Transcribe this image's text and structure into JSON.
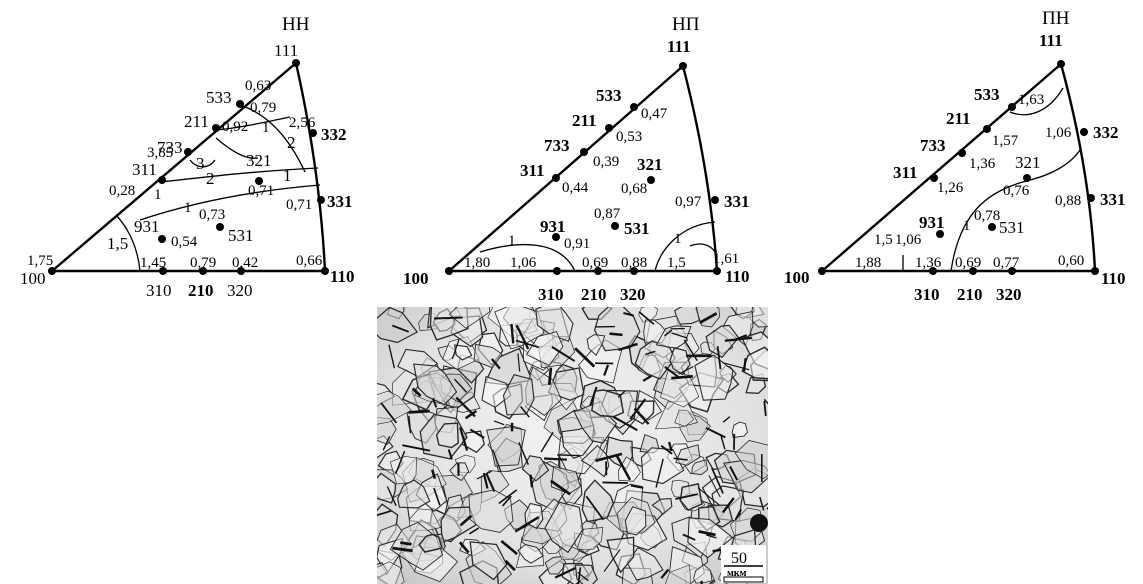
{
  "figures": [
    {
      "title": "НН",
      "poles": [
        "111",
        "533",
        "211",
        "733",
        "311",
        "931",
        "100",
        "310",
        "210",
        "320",
        "110",
        "332",
        "331",
        "321",
        "531"
      ],
      "values": [
        "0,63",
        "0,79",
        "0,92",
        "1",
        "2,56",
        "2",
        "3,85",
        "3",
        "0,28",
        "1",
        "2",
        "1,75",
        "1,5",
        "0,54",
        "1",
        "0,73",
        "0,71",
        "1",
        "321",
        "0,71",
        "1,45",
        "0,79",
        "0,42",
        "0,66"
      ]
    },
    {
      "title": "НП",
      "poles": [
        "111",
        "533",
        "211",
        "733",
        "311",
        "321",
        "931",
        "531",
        "331",
        "100",
        "310",
        "210",
        "320",
        "110"
      ],
      "values": [
        "0,47",
        "0,53",
        "0,39",
        "0,44",
        "0,68",
        "0,87",
        "0,91",
        "0,97",
        "1",
        "1",
        "1,80",
        "1,06",
        "0,69",
        "0,88",
        "1,5",
        "1,61"
      ]
    },
    {
      "title": "ПН",
      "poles": [
        "111",
        "533",
        "211",
        "733",
        "311",
        "332",
        "321",
        "331",
        "931",
        "531",
        "100",
        "310",
        "210",
        "320",
        "110"
      ],
      "values": [
        "1,63",
        "1,57",
        "1,06",
        "1,36",
        "1,26",
        "0,76",
        "0,88",
        "0,78",
        "1",
        "1,5",
        "1,06",
        "1,88",
        "1,36",
        "0,69",
        "0,77",
        "0,60"
      ]
    }
  ],
  "micrograph": {
    "scale_value": "50",
    "scale_unit": "мкм"
  }
}
